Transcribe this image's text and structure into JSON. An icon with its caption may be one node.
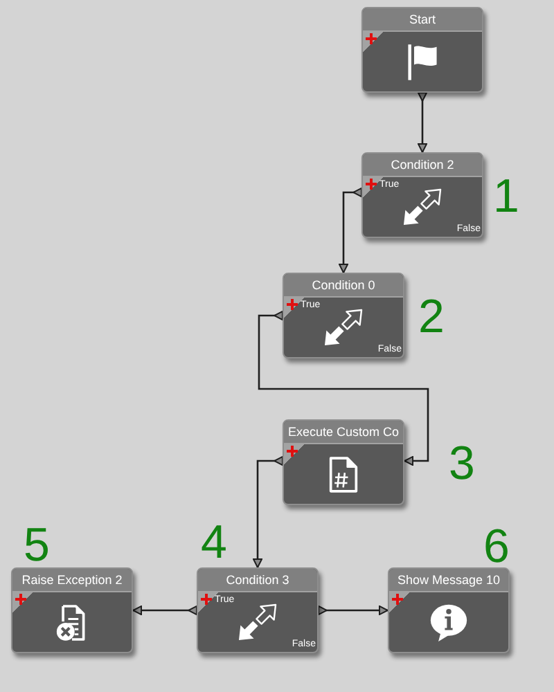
{
  "diagram": {
    "nodes": [
      {
        "text": [
          "Start"
        ]
      },
      {
        "text": [
          "Condition 2",
          "True",
          "False"
        ]
      },
      {
        "text": [
          "Condition 0",
          "True",
          "False"
        ]
      },
      {
        "text": [
          "Execute Custom Co"
        ]
      },
      {
        "text": [
          "Raise Exception 2"
        ]
      },
      {
        "text": [
          "Condition 3",
          "True",
          "False"
        ]
      },
      {
        "text": [
          "Show Message 10"
        ]
      }
    ],
    "edges": [
      {
        "from": 0,
        "to": 1,
        "arrow": "to"
      },
      {
        "from": 1,
        "to": 2,
        "arrow": "to"
      },
      {
        "from": 2,
        "to": 3,
        "arrow": "to"
      },
      {
        "from": 3,
        "to": 5,
        "arrow": "to"
      },
      {
        "from": 5,
        "to": 4,
        "arrow": "to"
      },
      {
        "from": 5,
        "to": 6,
        "arrow": "to"
      }
    ],
    "labels": [
      "1",
      "2",
      "3",
      "5",
      "4",
      "6"
    ]
  }
}
